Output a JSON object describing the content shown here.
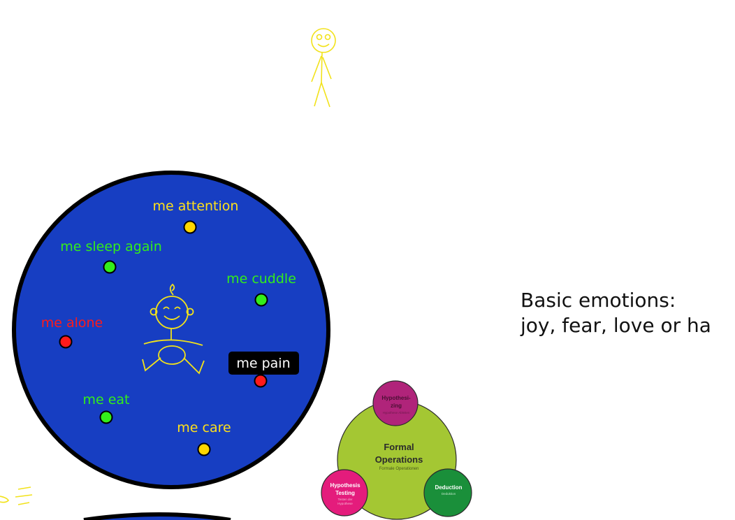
{
  "bubble": {
    "fill": "#173ec2",
    "border": "#000000",
    "items": [
      {
        "label": "me attention",
        "color": "#ffe01a",
        "dot": "#ffd700",
        "highlight": false
      },
      {
        "label": "me sleep again",
        "color": "#33ee1a",
        "dot": "#33ee1a",
        "highlight": false
      },
      {
        "label": "me cuddle",
        "color": "#33ee1a",
        "dot": "#33ee1a",
        "highlight": false
      },
      {
        "label": "me alone",
        "color": "#ff1a1a",
        "dot": "#ff1a1a",
        "highlight": false
      },
      {
        "label": "me pain",
        "color": "#ffffff",
        "dot": "#ff1a1a",
        "highlight": true
      },
      {
        "label": "me eat",
        "color": "#33ee1a",
        "dot": "#33ee1a",
        "highlight": false
      },
      {
        "label": "me care",
        "color": "#ffe01a",
        "dot": "#ffd700",
        "highlight": false
      }
    ]
  },
  "emotions": {
    "line1": "Basic emotions:",
    "line2": "joy, fear, love or ha"
  },
  "formal_operations": {
    "main": {
      "title_1": "Formal",
      "title_2": "Operations",
      "subtitle": "Formale Operationen",
      "fill": "#a4c733"
    },
    "top": {
      "title_1": "Hypothesi-",
      "title_2": "zing",
      "subtitle": "Hypothese Ableiten",
      "fill": "#b0247a"
    },
    "left": {
      "title_1": "Hypothesis",
      "title_2": "Testing",
      "subtitle_1": "Testen der",
      "subtitle_2": "Hypothese",
      "fill": "#e41c7c"
    },
    "right": {
      "title": "Deduction",
      "subtitle": "Deduktion",
      "fill": "#1a8f3a"
    }
  },
  "colors": {
    "stick_figure": "#f2e21a",
    "baby": "#f2e21a"
  }
}
